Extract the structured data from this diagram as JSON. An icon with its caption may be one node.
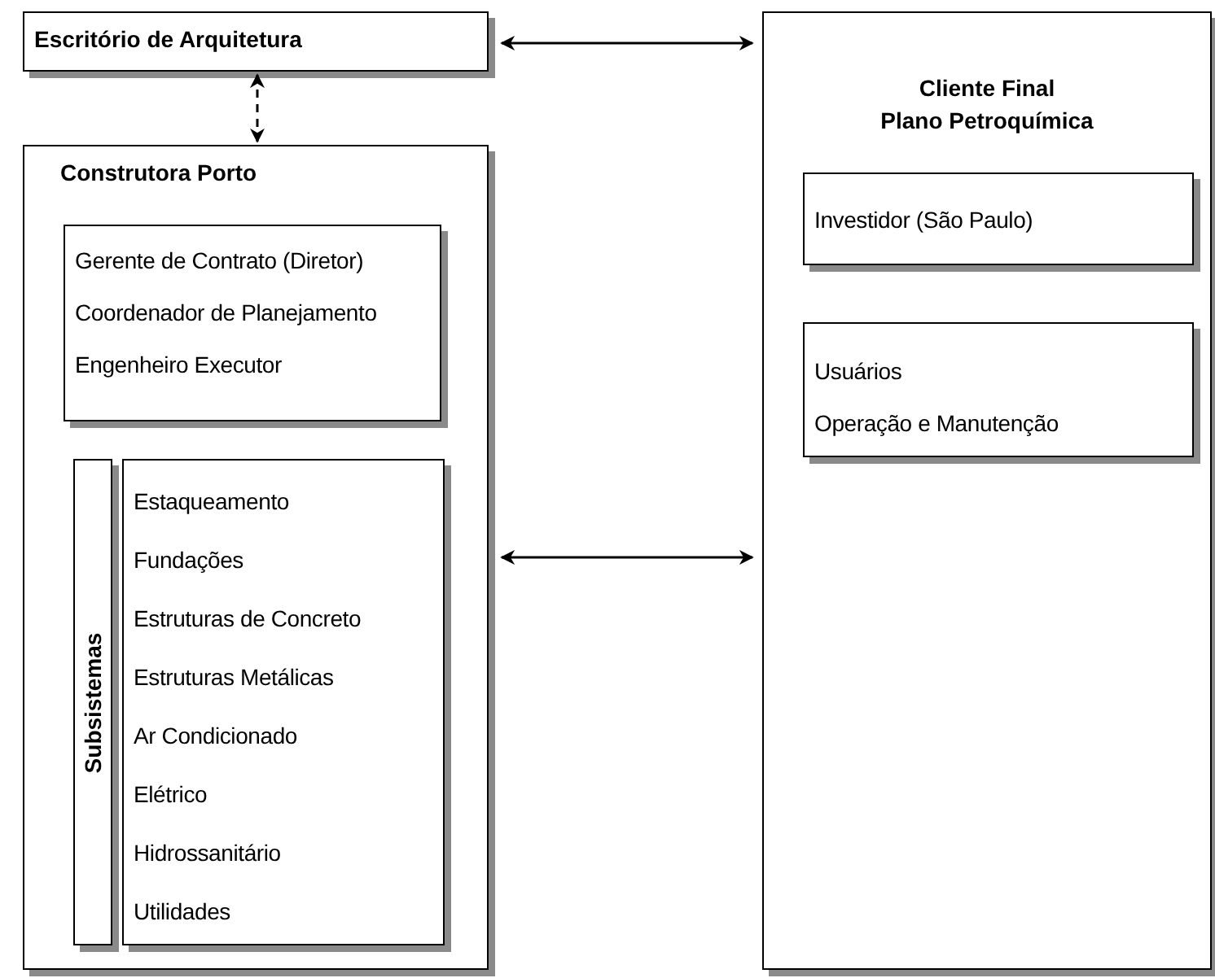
{
  "diagram": {
    "nodes": [
      {
        "text": [
          "Escritório de Arquitetura"
        ]
      },
      {
        "text": [
          "Construtora Porto"
        ]
      },
      {
        "text": [
          "Gerente de Contrato (Diretor)",
          "Coordenador de Planejamento",
          "Engenheiro Executor"
        ],
        "in": 1
      },
      {
        "text": [
          "Subsistemas"
        ],
        "in": 1
      },
      {
        "text": [
          "Estaqueamento",
          "Fundações",
          "Estruturas de Concreto",
          "Estruturas Metálicas",
          "Ar Condicionado",
          "Elétrico",
          "Hidrossanitário",
          "Utilidades"
        ],
        "in": 1
      },
      {
        "text": [
          "Cliente Final",
          "Plano Petroquímica"
        ]
      },
      {
        "text": [
          "Investidor (São Paulo)"
        ],
        "in": 5
      },
      {
        "text": [
          "Usuários",
          "Operação e Manutenção"
        ],
        "in": 5
      }
    ],
    "edges": [
      {
        "from": 0,
        "to": 5,
        "arrow": "both"
      },
      {
        "from": 0,
        "to": 1,
        "arrow": "both",
        "style": "dashed"
      },
      {
        "from": 1,
        "to": 5,
        "arrow": "both"
      }
    ]
  }
}
